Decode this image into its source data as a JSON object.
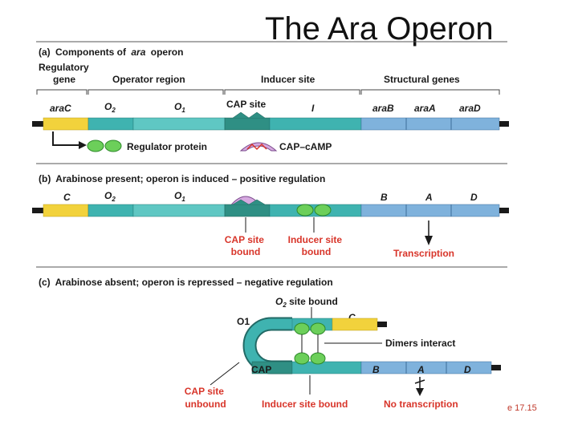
{
  "title": "The Ara Operon",
  "figure_label": "e 17.15",
  "colors": {
    "regulator_gene": "#f2d23c",
    "operator": "#3fb3b0",
    "inducer": "#2f8f84",
    "structural": "#7fb2dc",
    "dna_dark": "#1a1a1a",
    "protein": "#6ccf5a",
    "cap": "#d6a9e0",
    "red_label": "#d8352a",
    "section_rule": "#555555"
  },
  "panel_a": {
    "heading_letter": "(a)",
    "heading_text": "Components of",
    "heading_italic": "ara",
    "heading_end": "operon",
    "regions": {
      "regulatory_gene": "Regulatory gene",
      "operator_region": "Operator region",
      "inducer_site": "Inducer site",
      "structural_genes": "Structural genes"
    },
    "segment_labels": {
      "araC": "araC",
      "O2": "O",
      "O2_sub": "2",
      "O1": "O",
      "O1_sub": "1",
      "cap_site": "CAP site",
      "I": "I",
      "araB": "araB",
      "araA": "araA",
      "araD": "araD"
    },
    "legend": {
      "regulator_protein": "Regulator protein",
      "cap_camp": "CAP–cAMP"
    }
  },
  "panel_b": {
    "heading_letter": "(b)",
    "heading_text": "Arabinose present; operon is induced – positive regulation",
    "segment_labels": {
      "C": "C",
      "O2": "O",
      "O2_sub": "2",
      "O1": "O",
      "O1_sub": "1",
      "B": "B",
      "A": "A",
      "D": "D"
    },
    "cap_site_bound": [
      "CAP site",
      "bound"
    ],
    "inducer_site_bound": [
      "Inducer site",
      "bound"
    ],
    "transcription": "Transcription"
  },
  "panel_c": {
    "heading_letter": "(c)",
    "heading_text": "Arabinose absent; operon is repressed – negative regulation",
    "o2_site_bound": "O",
    "o2_site_bound_sub": "2",
    "o2_site_bound_end": " site bound",
    "O1": "O1",
    "C": "C",
    "dimers_interact": "Dimers interact",
    "CAP": "CAP",
    "B": "B",
    "A": "A",
    "D": "D",
    "cap_site_unbound": [
      "CAP site",
      "unbound"
    ],
    "inducer_site_bound": "Inducer site bound",
    "no_transcription": "No transcription"
  }
}
